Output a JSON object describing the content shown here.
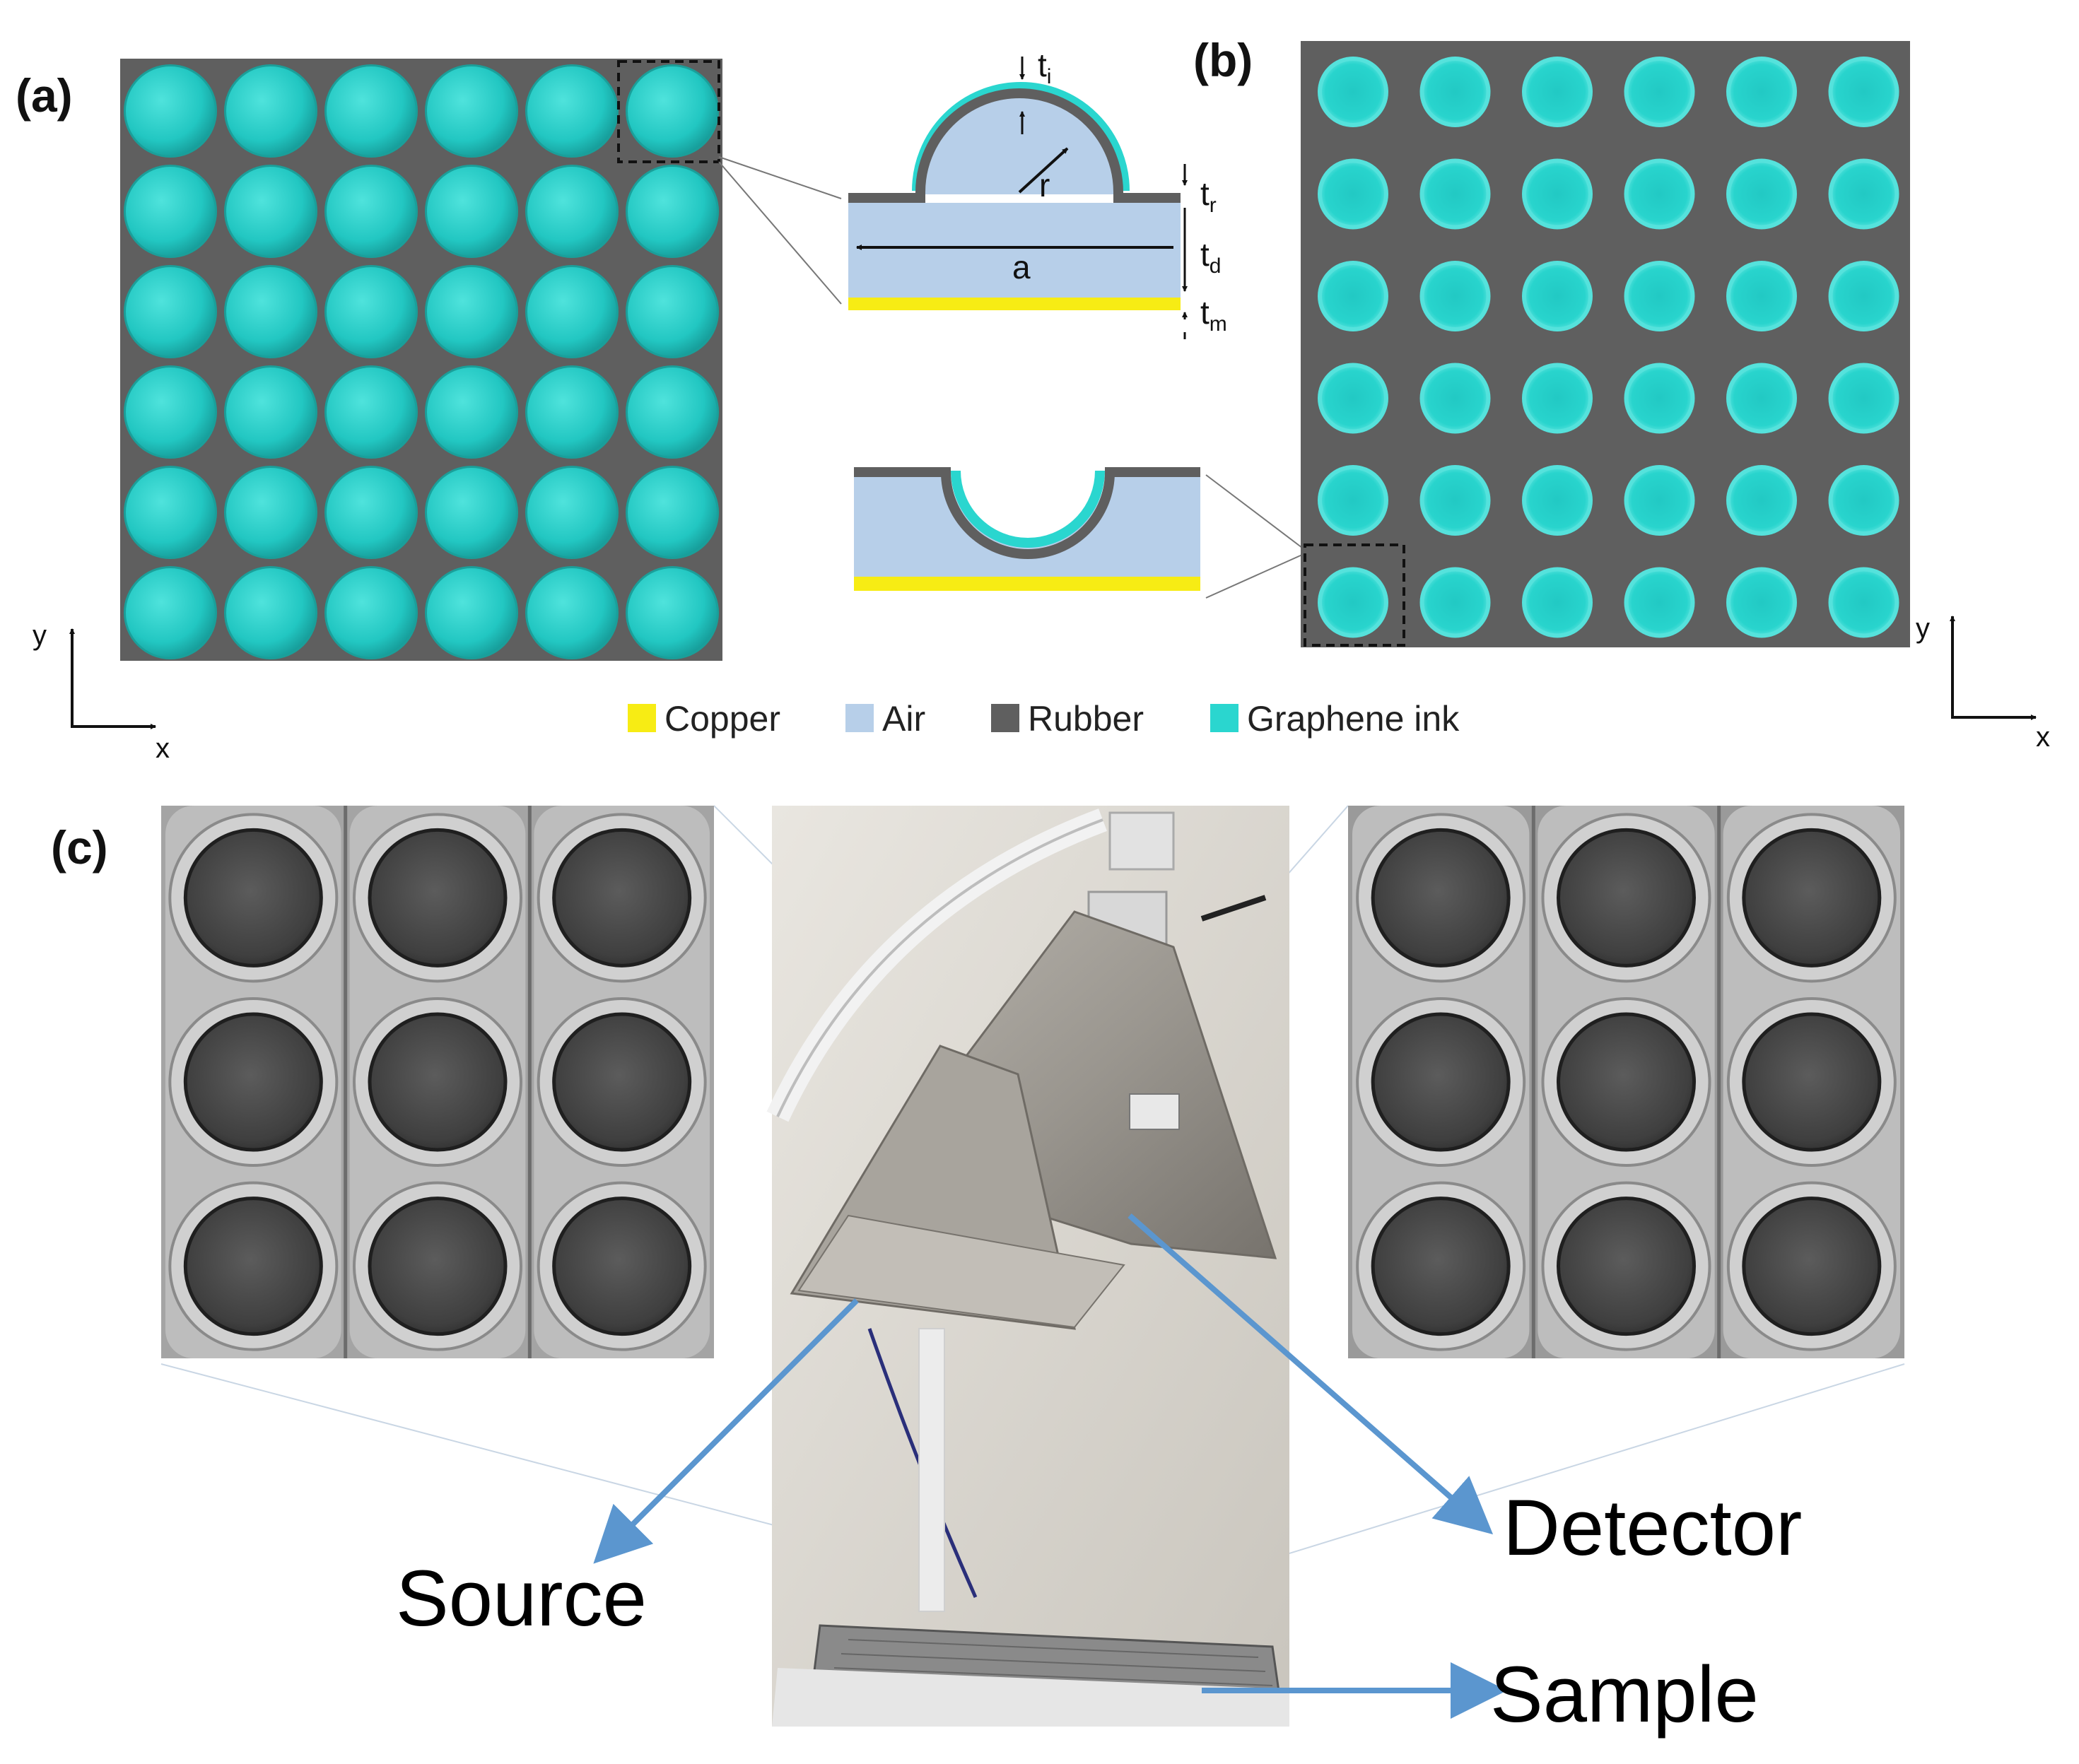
{
  "panels": {
    "a": {
      "label": "(a)",
      "rows": 6,
      "cols": 6,
      "highlight": {
        "row": 0,
        "col": 5
      }
    },
    "b": {
      "label": "(b)",
      "rows": 6,
      "cols": 6,
      "highlight": {
        "row": 5,
        "col": 0
      }
    },
    "c": {
      "label": "(c)"
    }
  },
  "cross_section": {
    "dimensions": {
      "ti": {
        "base": "t",
        "sub": "i"
      },
      "r": "r",
      "tr": {
        "base": "t",
        "sub": "r"
      },
      "a": "a",
      "td": {
        "base": "t",
        "sub": "d"
      },
      "tm": {
        "base": "t",
        "sub": "m"
      }
    }
  },
  "axes": {
    "x": "x",
    "y": "y"
  },
  "legend": [
    {
      "label": "Copper",
      "color": "#f7ec14"
    },
    {
      "label": "Air",
      "color": "#b7cfe9"
    },
    {
      "label": "Rubber",
      "color": "#5f5f5f"
    },
    {
      "label": "Graphene ink",
      "color": "#2ad6cf"
    }
  ],
  "callouts": {
    "source": "Source",
    "detector": "Detector",
    "sample": "Sample"
  },
  "colors": {
    "rubber": "#5f5f5f",
    "graphene": "#2ad6cf",
    "air": "#b7cfe9",
    "copper": "#f7ec14",
    "arrow": "#5b96cf"
  }
}
